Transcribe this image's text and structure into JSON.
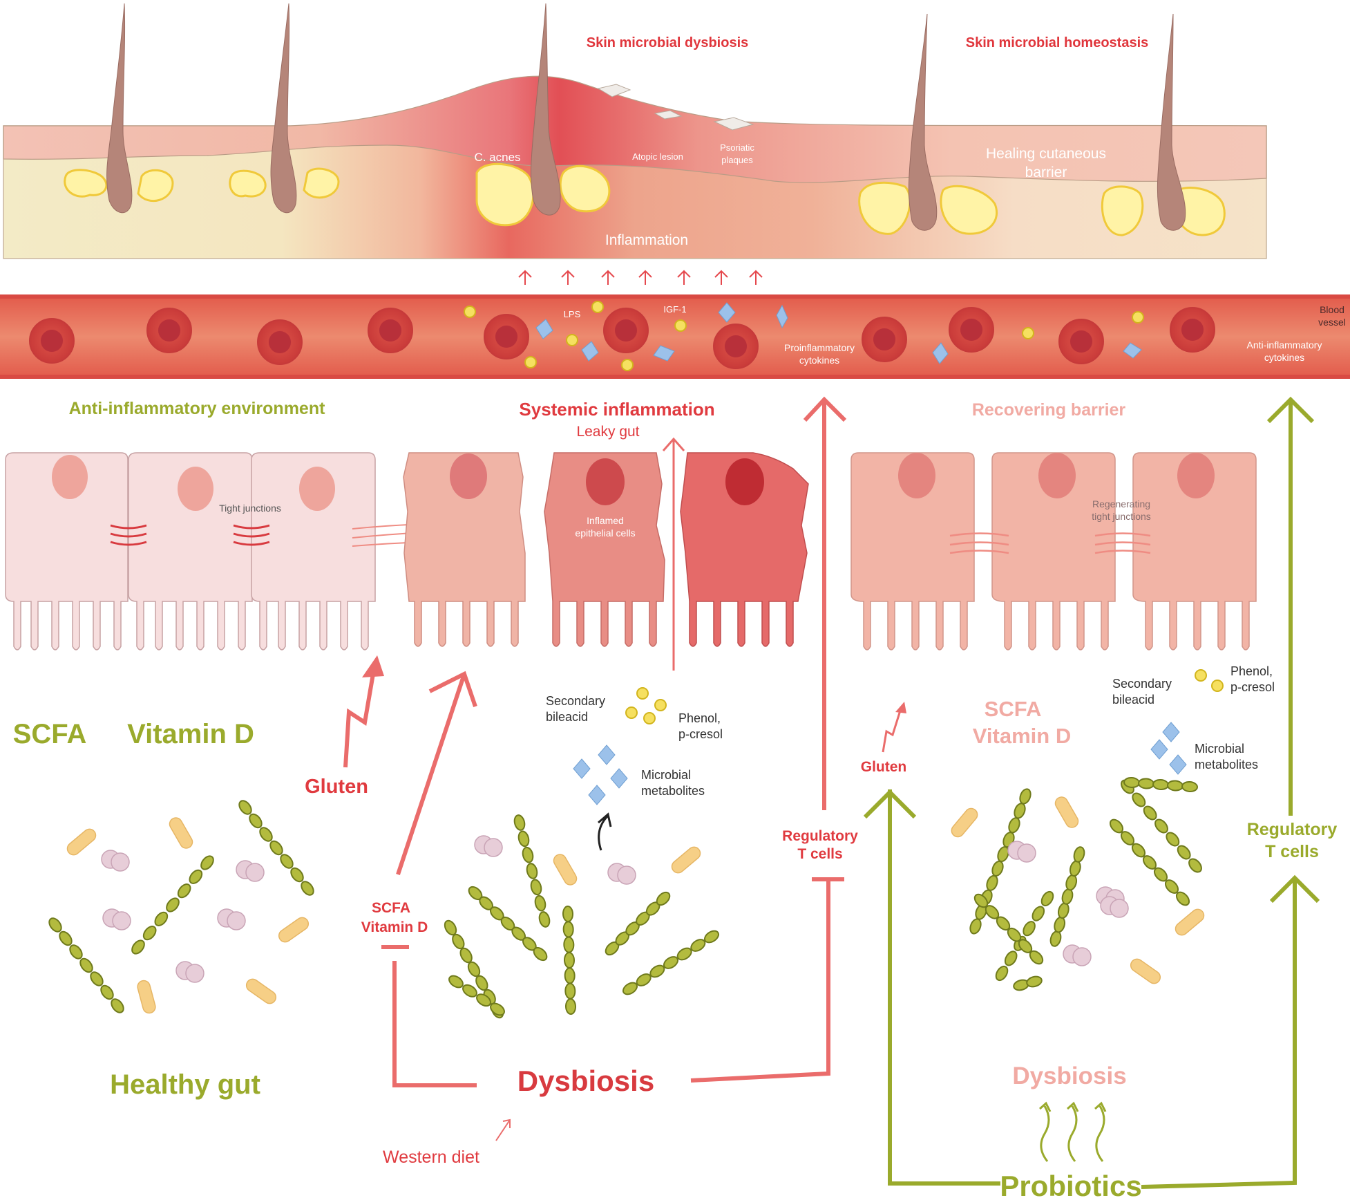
{
  "colors": {
    "green": "#9aaa2c",
    "red": "#e5484d",
    "darkred": "#d83a3f",
    "salmon": "#eea49a",
    "pink_light": "#f7dcdd",
    "arrow_red": "#ea6c6b",
    "skin_bg": "#efe9c6",
    "rbc": "#d9473f",
    "yellow": "#f3d653",
    "blue": "#8fb7e3"
  },
  "skin": {
    "dysbiosis_title": "Skin microbial dysbiosis",
    "homeostasis_title": "Skin microbial homeostasis",
    "c_acnes": "C. acnes",
    "atopic": "Atopic lesion",
    "psoriatic_1": "Psoriatic",
    "psoriatic_2": "plaques",
    "healing_1": "Healing cutaneous",
    "healing_2": "barrier",
    "inflammation": "Inflammation"
  },
  "vessel": {
    "lps": "LPS",
    "igf": "IGF-1",
    "blood_1": "Blood",
    "blood_2": "vessel",
    "proinf_1": "Proinflammatory",
    "proinf_2": "cytokines",
    "antiinf_1": "Anti-inflammatory",
    "antiinf_2": "cytokines"
  },
  "gut": {
    "anti_env": "Anti-inflammatory environment",
    "systemic": "Systemic inflammation",
    "leaky": "Leaky gut",
    "recovering": "Recovering barrier",
    "tight": "Tight junctions",
    "inflamed_1": "Inflamed",
    "inflamed_2": "epithelial cells",
    "regen_1": "Regenerating",
    "regen_2": "tight junctions"
  },
  "lower": {
    "scfa": "SCFA",
    "vitd": "Vitamin D",
    "gluten_left": "Gluten",
    "healthy": "Healthy gut",
    "sec_1": "Secondary",
    "sec_2": "bileacid",
    "phenol_1": "Phenol,",
    "phenol_2": "p-cresol",
    "micro_1": "Microbial",
    "micro_2": "metabolites",
    "scfa_small": "SCFA",
    "vitd_small": "Vitamin D",
    "dysbiosis": "Dysbiosis",
    "western": "Western diet",
    "treg_left_1": "Regulatory",
    "treg_left_2": "T cells",
    "gluten_mid": "Gluten",
    "scfa_pale": "SCFA",
    "vitd_pale": "Vitamin D",
    "sec_r_1": "Secondary",
    "sec_r_2": "bileacid",
    "phenol_r_1": "Phenol,",
    "phenol_r_2": "p-cresol",
    "micro_r_1": "Microbial",
    "micro_r_2": "metabolites",
    "dysbiosis_pale": "Dysbiosis",
    "treg_right_1": "Regulatory",
    "treg_right_2": "T cells",
    "probiotics": "Probiotics"
  }
}
